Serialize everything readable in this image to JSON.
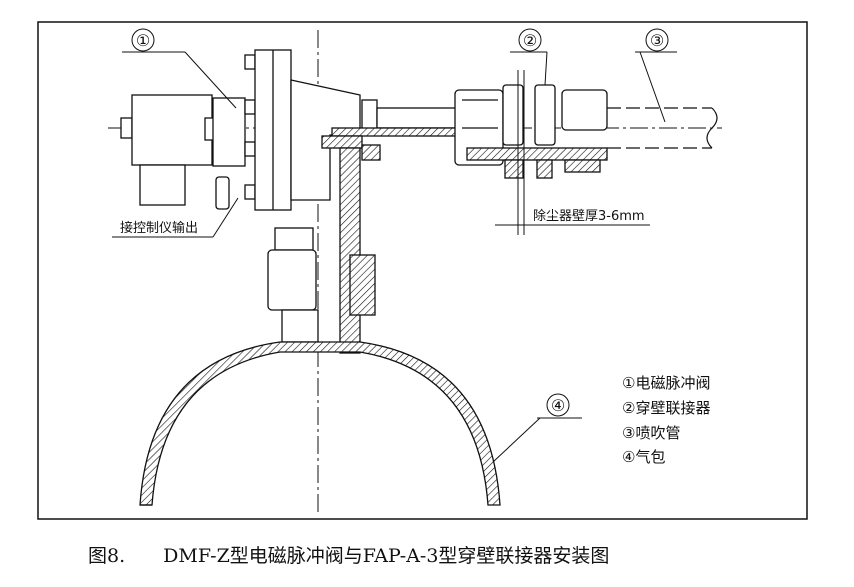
{
  "callouts": {
    "c1": "①",
    "c2": "②",
    "c3": "③",
    "c4": "④"
  },
  "annotations": {
    "control_output": "接控制仪输出",
    "wall_thickness": "除尘器壁厚3-6mm"
  },
  "legend": [
    {
      "num": "①",
      "label": "电磁脉冲阀"
    },
    {
      "num": "②",
      "label": "穿壁联接器"
    },
    {
      "num": "③",
      "label": "喷吹管"
    },
    {
      "num": "④",
      "label": "气包"
    }
  ],
  "caption": {
    "figure": "图8.",
    "title": "DMF-Z型电磁脉冲阀与FAP-A-3型穿壁联接器安装图"
  }
}
